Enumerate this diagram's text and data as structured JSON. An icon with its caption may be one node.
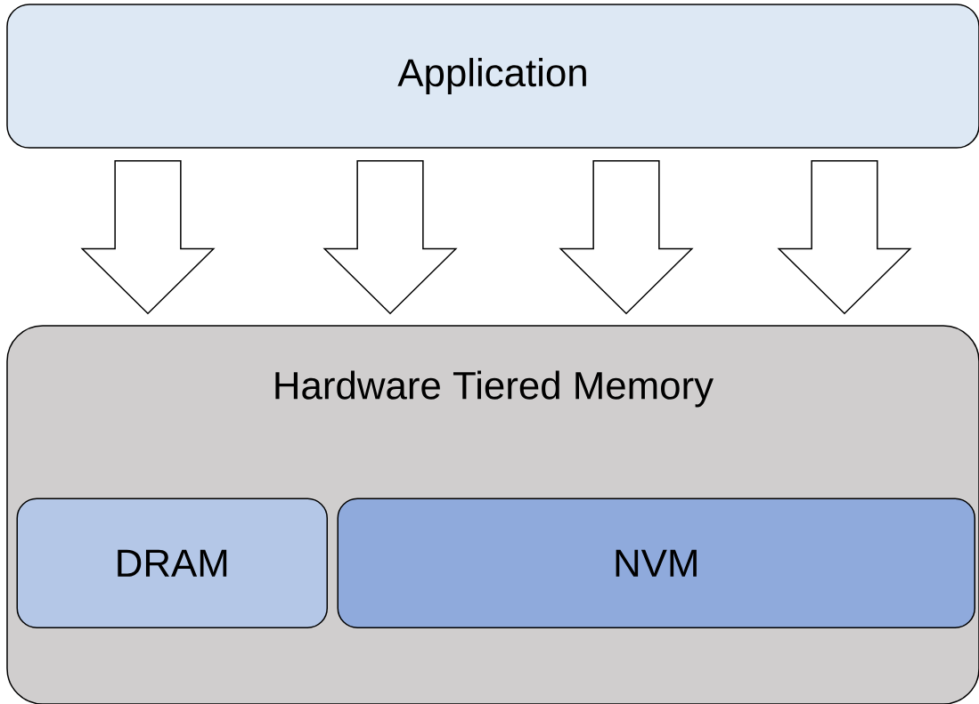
{
  "diagram": {
    "nodes": [
      {
        "text": [
          "Application"
        ]
      },
      {
        "text": [
          "Hardware Tiered Memory"
        ]
      },
      {
        "text": [
          "DRAM"
        ],
        "in": 1
      },
      {
        "text": [
          "NVM"
        ],
        "in": 1
      }
    ],
    "edges": [
      {
        "from": 0,
        "to": 1,
        "arrow": "to"
      },
      {
        "from": 0,
        "to": 1,
        "arrow": "to"
      },
      {
        "from": 0,
        "to": 1,
        "arrow": "to"
      },
      {
        "from": 0,
        "to": 1,
        "arrow": "to"
      }
    ]
  }
}
